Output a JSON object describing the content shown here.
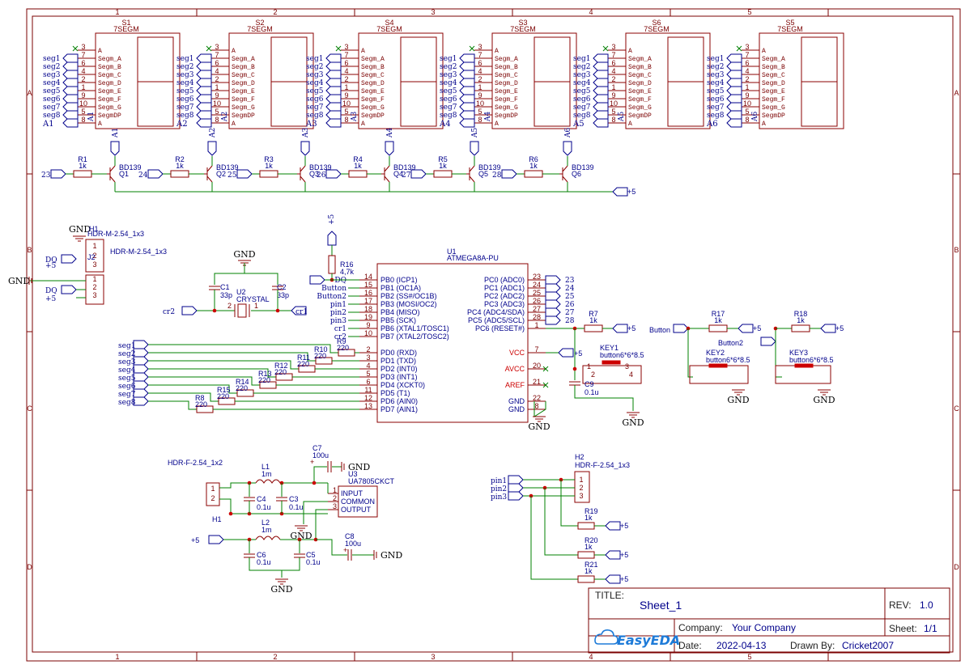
{
  "frame": {
    "columns": [
      "1",
      "2",
      "3",
      "4",
      "5"
    ],
    "rows": [
      "A",
      "B",
      "C",
      "D"
    ]
  },
  "title_block": {
    "title_label": "TITLE:",
    "title": "Sheet_1",
    "rev_label": "REV:",
    "rev": "1.0",
    "company_label": "Company:",
    "company": "Your Company",
    "sheet_label": "Sheet:",
    "sheet": "1/1",
    "date_label": "Date:",
    "date": "2022-04-13",
    "drawn_label": "Drawn By:",
    "drawn_by": "Cricket2007",
    "logo_text": "EasyEDA",
    "accent": "#1e7bd8"
  },
  "displays": [
    {
      "ref": "S1",
      "type": "7SEGM",
      "anode": "A1"
    },
    {
      "ref": "S2",
      "type": "7SEGM",
      "anode": "A2"
    },
    {
      "ref": "S4",
      "type": "7SEGM",
      "anode": "A3"
    },
    {
      "ref": "S3",
      "type": "7SEGM",
      "anode": "A4"
    },
    {
      "ref": "S6",
      "type": "7SEGM",
      "anode": "A5"
    },
    {
      "ref": "S5",
      "type": "7SEGM",
      "anode": "A6"
    }
  ],
  "segment_pins": [
    "3",
    "7",
    "6",
    "4",
    "2",
    "1",
    "9",
    "10",
    "5",
    "8"
  ],
  "segment_names": [
    "A",
    "Segm_A",
    "Segm_B",
    "Segm_C",
    "Segm_D",
    "Segm_E",
    "Segm_F",
    "Segm_G",
    "SegmDP",
    "A"
  ],
  "segment_nets": [
    "seg1",
    "seg2",
    "seg3",
    "seg4",
    "seg5",
    "seg6",
    "seg7",
    "seg8"
  ],
  "transistors": [
    {
      "r": "R1",
      "rv": "1k",
      "q": "Q1",
      "type": "BD139",
      "net": "23",
      "anode": "A1"
    },
    {
      "r": "R2",
      "rv": "1k",
      "q": "Q2",
      "type": "BD139",
      "net": "24",
      "anode": "A2"
    },
    {
      "r": "R3",
      "rv": "1k",
      "q": "Q3",
      "type": "BD139",
      "net": "25",
      "anode": "A3"
    },
    {
      "r": "R4",
      "rv": "1k",
      "q": "Q4",
      "type": "BD139",
      "net": "26",
      "anode": "A4"
    },
    {
      "r": "R5",
      "rv": "1k",
      "q": "Q5",
      "type": "BD139",
      "net": "27",
      "anode": "A5"
    },
    {
      "r": "R6",
      "rv": "1k",
      "q": "Q6",
      "type": "BD139",
      "net": "28",
      "anode": "A6"
    }
  ],
  "supply_net": "+5",
  "headers": {
    "h_top_ref": "H1",
    "h_top_name": "HDR-M-2.54_1x3",
    "h_top_name2": "HDR-M-2.54_1x3",
    "j2": "J2",
    "gnd": "GND",
    "dq": "DQ",
    "p5": "+5",
    "pins": [
      "1",
      "2",
      "3"
    ]
  },
  "crystal": {
    "u2": "U2",
    "name": "CRYSTAL",
    "c1": "C1",
    "c1v": "33p",
    "c2": "C2",
    "c2v": "33p",
    "cr1": "cr1",
    "cr2": "cr2",
    "gnd": "GND",
    "p1": "1",
    "p2": "2"
  },
  "mcu": {
    "ref": "U1",
    "part": "ATMEGA8A-PU",
    "left_pins": [
      {
        "num": "14",
        "name": "PB0 (ICP1)",
        "net": "DQ"
      },
      {
        "num": "15",
        "name": "PB1 (OC1A)",
        "net": "Button"
      },
      {
        "num": "16",
        "name": "PB2 (SS#/OC1B)",
        "net": "Button2"
      },
      {
        "num": "17",
        "name": "PB3 (MOSI/OC2)",
        "net": "pin1"
      },
      {
        "num": "18",
        "name": "PB4 (MISO)",
        "net": "pin2"
      },
      {
        "num": "19",
        "name": "PB5 (SCK)",
        "net": "pin3"
      },
      {
        "num": "9",
        "name": "PB6 (XTAL1/TOSC1)",
        "net": "cr1"
      },
      {
        "num": "10",
        "name": "PB7 (XTAL2/TOSC2)",
        "net": "cr2"
      },
      {
        "num": "2",
        "name": "PD0 (RXD)",
        "net": ""
      },
      {
        "num": "3",
        "name": "PD1 (TXD)",
        "net": ""
      },
      {
        "num": "4",
        "name": "PD2 (INT0)",
        "net": ""
      },
      {
        "num": "5",
        "name": "PD3 (INT1)",
        "net": ""
      },
      {
        "num": "6",
        "name": "PD4 (XCKT0)",
        "net": ""
      },
      {
        "num": "11",
        "name": "PD5 (T1)",
        "net": ""
      },
      {
        "num": "12",
        "name": "PD6 (AIN0)",
        "net": ""
      },
      {
        "num": "13",
        "name": "PD7 (AIN1)",
        "net": ""
      }
    ],
    "right_pins": [
      {
        "num": "23",
        "name": "PC0 (ADC0)",
        "net": "23"
      },
      {
        "num": "24",
        "name": "PC1 (ADC1)",
        "net": "24"
      },
      {
        "num": "25",
        "name": "PC2 (ADC2)",
        "net": "25"
      },
      {
        "num": "26",
        "name": "PC3 (ADC3)",
        "net": "26"
      },
      {
        "num": "27",
        "name": "PC4 (ADC4/SDA)",
        "net": "27"
      },
      {
        "num": "28",
        "name": "PC5 (ADC5/SCL)",
        "net": "28"
      },
      {
        "num": "1",
        "name": "PC6 (RESET#)",
        "net": ""
      }
    ],
    "power_pins": [
      {
        "num": "7",
        "name": "VCC"
      },
      {
        "num": "20",
        "name": "AVCC"
      },
      {
        "num": "21",
        "name": "AREF"
      },
      {
        "num": "22",
        "name": "GND"
      },
      {
        "num": "8",
        "name": "GND"
      }
    ],
    "r16": "R16",
    "r16v": "4,7k",
    "p5": "+5",
    "gnd": "GND"
  },
  "seg_resistors": [
    {
      "ref": "R9",
      "val": "220"
    },
    {
      "ref": "R10",
      "val": "220"
    },
    {
      "ref": "R11",
      "val": "220"
    },
    {
      "ref": "R12",
      "val": "220"
    },
    {
      "ref": "R13",
      "val": "220"
    },
    {
      "ref": "R14",
      "val": "220"
    },
    {
      "ref": "R15",
      "val": "220"
    },
    {
      "ref": "R8",
      "val": "220"
    }
  ],
  "reset": {
    "r7": "R7",
    "r7v": "1k",
    "key": "KEY1",
    "keyv": "button6*6*8.5",
    "c9": "C9",
    "c9v": "0.1u",
    "p5": "+5",
    "gnd": "GND",
    "pins": [
      "1",
      "2",
      "3",
      "4"
    ]
  },
  "buttons": [
    {
      "net": "Button",
      "r": "R17",
      "rv": "1k",
      "key": "KEY2",
      "keyv": "button6*6*8.5",
      "p5": "+5",
      "gnd": "GND"
    },
    {
      "net": "Button2",
      "r": "R18",
      "rv": "1k",
      "key": "KEY3",
      "keyv": "button6*6*8.5",
      "p5": "+5",
      "gnd": "GND"
    }
  ],
  "power": {
    "hdr": "HDR-F-2.54_1x2",
    "h1": "H1",
    "pins": [
      "1",
      "2"
    ],
    "l1": "L1",
    "l1v": "1m",
    "l2": "L2",
    "l2v": "1m",
    "c3": "C3",
    "c3v": "0.1u",
    "c4": "C4",
    "c4v": "0.1u",
    "c5": "C5",
    "c5v": "0.1u",
    "c6": "C6",
    "c6v": "0.1u",
    "c7": "C7",
    "c7v": "100u",
    "c8": "C8",
    "c8v": "100u",
    "u3": "U3",
    "u3v": "UA7805CKCT",
    "u3pins": [
      "INPUT",
      "COMMON",
      "OUTPUT"
    ],
    "u3nums": [
      "1",
      "2",
      "3"
    ],
    "p5": "+5",
    "gnd": "GND"
  },
  "h2": {
    "ref": "H2",
    "name": "HDR-F-2.54_1x3",
    "nets": [
      "pin1",
      "pin2",
      "pin3"
    ],
    "res": [
      {
        "ref": "R19",
        "val": "1k"
      },
      {
        "ref": "R20",
        "val": "1k"
      },
      {
        "ref": "R21",
        "val": "1k"
      }
    ],
    "p5": "+5",
    "pins": [
      "1",
      "2",
      "3"
    ]
  }
}
